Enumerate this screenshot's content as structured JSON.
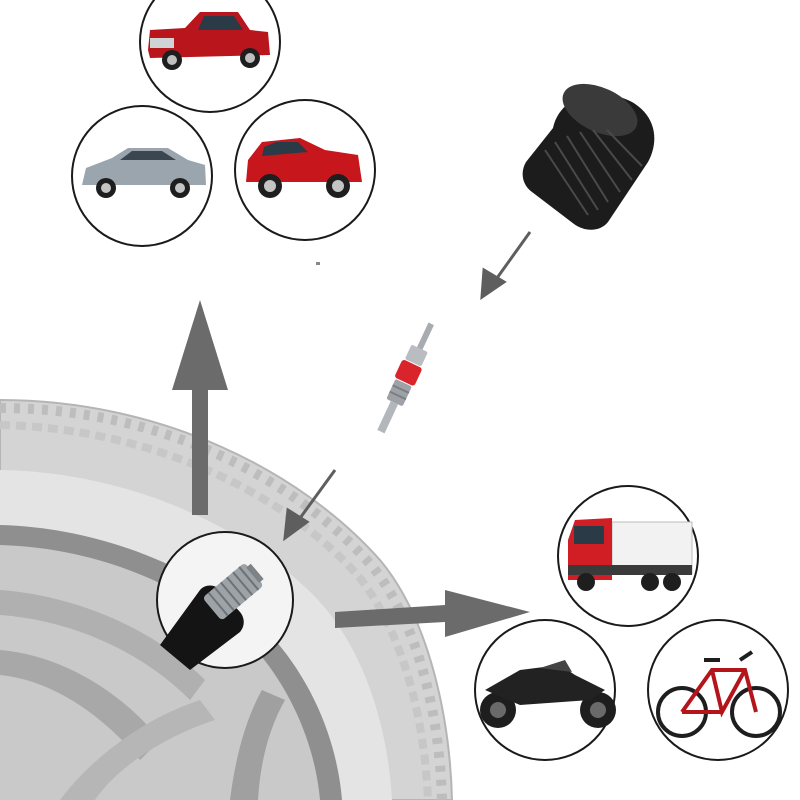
{
  "image": {
    "description_items": {
      "vehicles_top": [
        "pickup-truck",
        "sedan",
        "suv"
      ],
      "vehicles_bottom": [
        "box-truck",
        "motorcycle",
        "bicycle"
      ],
      "parts": [
        "valve-cap",
        "valve-core",
        "tire-valve-stem"
      ]
    },
    "colors": {
      "tire": "#cfcfcf",
      "tire_dark": "#9a9a9a",
      "arrow": "#6b6b6b",
      "circle_stroke": "#1a1a1a",
      "red_vehicle": "#c8161d",
      "cap": "#1c1c1c",
      "core_red": "#d8242a"
    }
  }
}
